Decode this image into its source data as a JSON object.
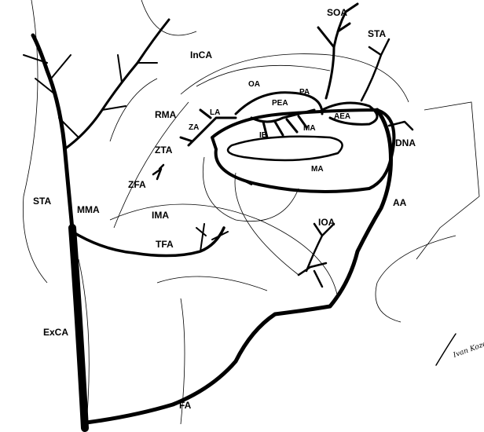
{
  "title": "Arterial supply of the orbit and face",
  "labels": {
    "soa": "SOA",
    "sta_top": "STA",
    "inca": "InCA",
    "oa": "OA",
    "pa": "PA",
    "pea": "PEA",
    "aea": "AEA",
    "la": "LA",
    "rma": "RMA",
    "za": "ZA",
    "ib": "IB",
    "ma_upper": "MA",
    "dna": "DNA",
    "zta": "ZTA",
    "ma_lower": "MA",
    "zfa": "ZFA",
    "sta_left": "STA",
    "mma": "MMA",
    "ima": "IMA",
    "aa": "AA",
    "ioa": "IOA",
    "tfa": "TFA",
    "exca": "ExCA",
    "fa": "FA"
  },
  "signature": "Ivan Kozel"
}
